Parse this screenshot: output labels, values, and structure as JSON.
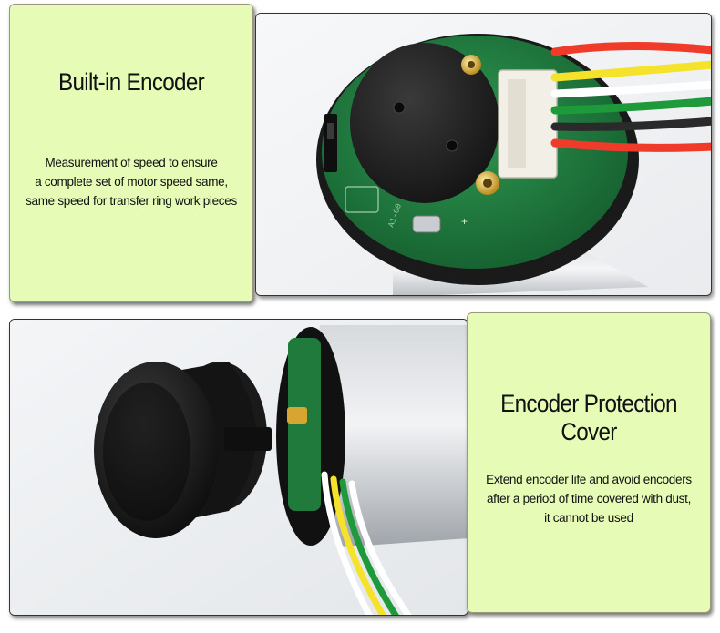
{
  "sections": [
    {
      "title": "Built-in Encoder",
      "description_lines": [
        "Measurement of speed to ensure",
        "a complete set of motor speed same,",
        "same speed for transfer ring work pieces"
      ],
      "image_name": "encoder-board-photo"
    },
    {
      "title": "Encoder Protection Cover",
      "description_lines": [
        "Extend encoder life and avoid encoders",
        "after a period of time covered with dust,",
        "it cannot be used"
      ],
      "image_name": "encoder-cover-photo"
    }
  ],
  "colors": {
    "panel_bg": "#e5fbb6",
    "pcb_green": "#1e7a3e",
    "wire_colors": [
      "#f03a2a",
      "#f5e22a",
      "#ffffff",
      "#1e9a3a",
      "#2a2a2a"
    ]
  }
}
